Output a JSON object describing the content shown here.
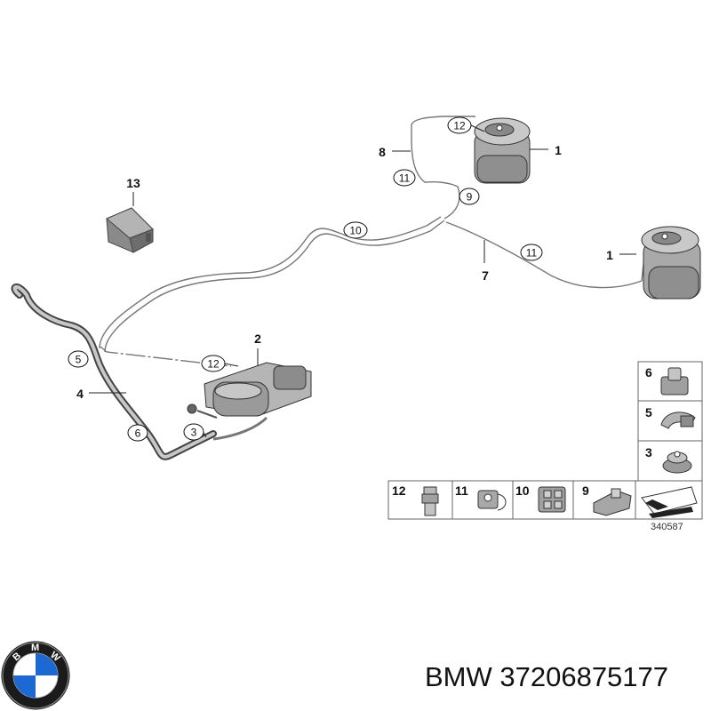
{
  "callouts": {
    "c1a": "1",
    "c1b": "1",
    "c2": "2",
    "c3": "3",
    "c4": "4",
    "c5": "5",
    "c6": "6",
    "c7": "7",
    "c8": "8",
    "c9": "9",
    "c10": "10",
    "c11a": "11",
    "c11b": "11",
    "c12a": "12",
    "c12b": "12",
    "c13": "13"
  },
  "legend": {
    "right": [
      "6",
      "5",
      "3"
    ],
    "bottom": [
      "12",
      "11",
      "10",
      "9"
    ]
  },
  "reference_number": "340587",
  "logo_text": "BMW",
  "caption": "BMW 37206875177"
}
